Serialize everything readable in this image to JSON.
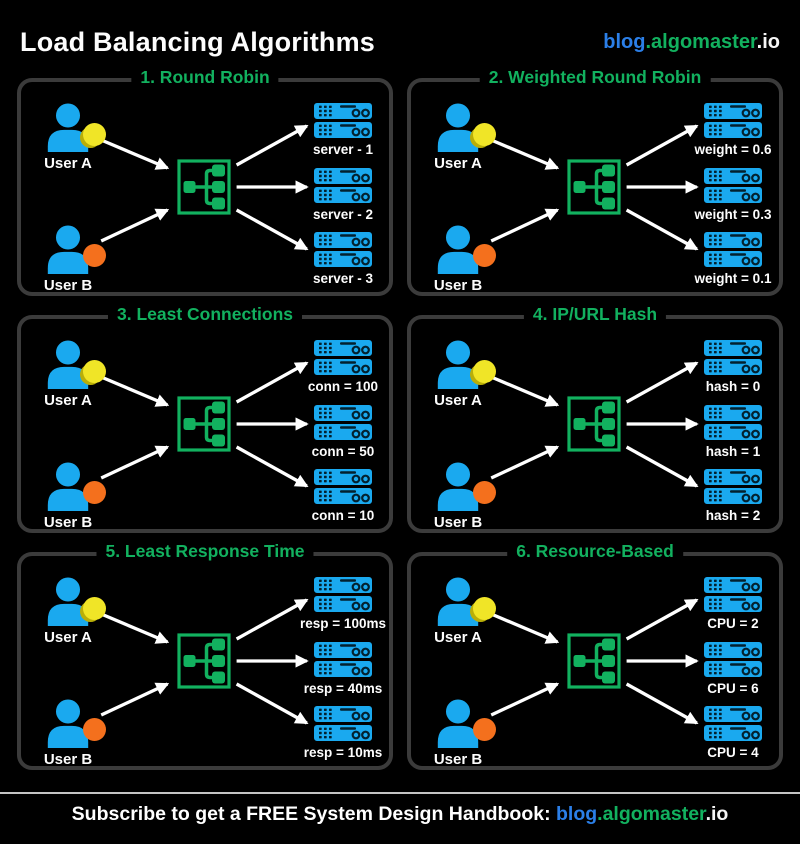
{
  "header": {
    "title": "Load Balancing Algorithms"
  },
  "brand": {
    "blog": "blog",
    "algomaster": ".algomaster",
    "io": ".io"
  },
  "users": [
    {
      "label": "User A",
      "badge_color": "#f0e527"
    },
    {
      "label": "User B",
      "badge_color": "#f4701d"
    }
  ],
  "panels": [
    {
      "title": "1. Round Robin",
      "servers": [
        "server - 1",
        "server - 2",
        "server - 3"
      ]
    },
    {
      "title": "2. Weighted Round Robin",
      "servers": [
        "weight = 0.6",
        "weight = 0.3",
        "weight = 0.1"
      ]
    },
    {
      "title": "3. Least Connections",
      "servers": [
        "conn = 100",
        "conn = 50",
        "conn = 10"
      ]
    },
    {
      "title": "4. IP/URL Hash",
      "servers": [
        "hash = 0",
        "hash = 1",
        "hash = 2"
      ]
    },
    {
      "title": "5. Least Response Time",
      "servers": [
        "resp = 100ms",
        "resp = 40ms",
        "resp = 10ms"
      ]
    },
    {
      "title": "6. Resource-Based",
      "servers": [
        "CPU = 2",
        "CPU = 6",
        "CPU = 4"
      ]
    }
  ],
  "footer": {
    "prefix": "Subscribe to get a FREE System Design Handbook: "
  },
  "icons": {
    "load_balancer": "network-tree-icon",
    "server": "rack-server-icon",
    "user": "person-icon",
    "badge_user_a": "yellow-dot",
    "badge_user_b": "orange-dot",
    "arrow": "white-arrow"
  },
  "colors": {
    "background": "#000000",
    "panel_border": "#3b3b3b",
    "accent_green": "#12b15f",
    "brand_blue": "#2b7fe8",
    "entity_blue": "#1aa9ef",
    "badge_yellow": "#f0e527",
    "badge_orange": "#f4701d",
    "divider_gray": "#c4c4c4",
    "text_white": "#fdfdfd"
  }
}
